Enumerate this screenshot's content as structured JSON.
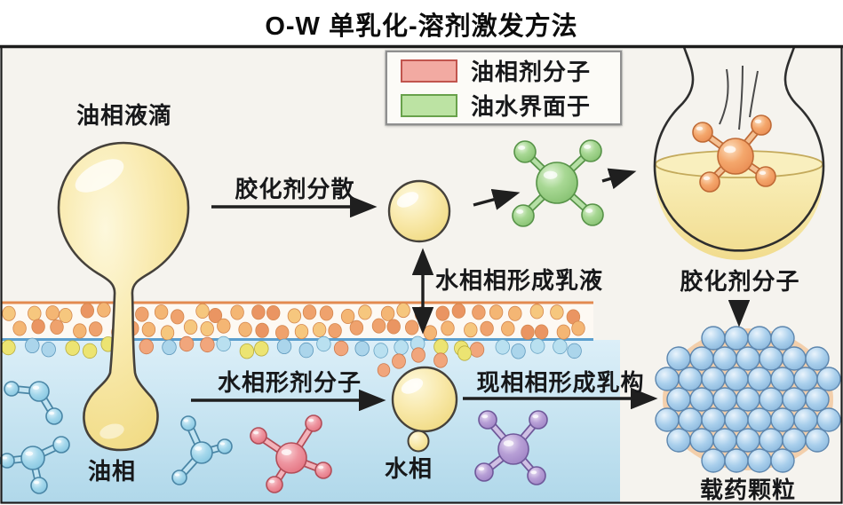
{
  "title": "O-W 单乳化-溶剂激发方法",
  "legend": {
    "items": [
      {
        "label": "油相剂分子",
        "swatch_fill": "#f2aaa2",
        "swatch_border": "#c1554e"
      },
      {
        "label": "油水界面于",
        "swatch_fill": "#bce3a3",
        "swatch_border": "#68a14b"
      }
    ]
  },
  "labels": {
    "oil_droplet": "油相液滴",
    "disperse": "胶化剂分散",
    "emulsion": "水相相形成乳液",
    "gelator": "胶化剂分子",
    "water_agent": "水相形剂分子",
    "form_structure": "现相相形成乳构",
    "oil_phase": "油相",
    "water_phase": "水相",
    "particle": "载药颗粒"
  },
  "colors": {
    "droplet_yellow": "#f6e39a",
    "interface_line_top": "#e28a50",
    "interface_line_bottom": "#5b9fce",
    "water_background": "#cde7f3",
    "gelator_green": "#8fce7e",
    "oil_agent_orange": "#f0945c",
    "red_molecule": "#e57f87",
    "purple_molecule": "#a88fc9",
    "blue_molecule": "#92cfe6",
    "particle_background": "#f3cfab",
    "particle_sphere": "#94c4e4",
    "arrow": "#1f1f1f",
    "frame_border": "#1c1c1c"
  }
}
